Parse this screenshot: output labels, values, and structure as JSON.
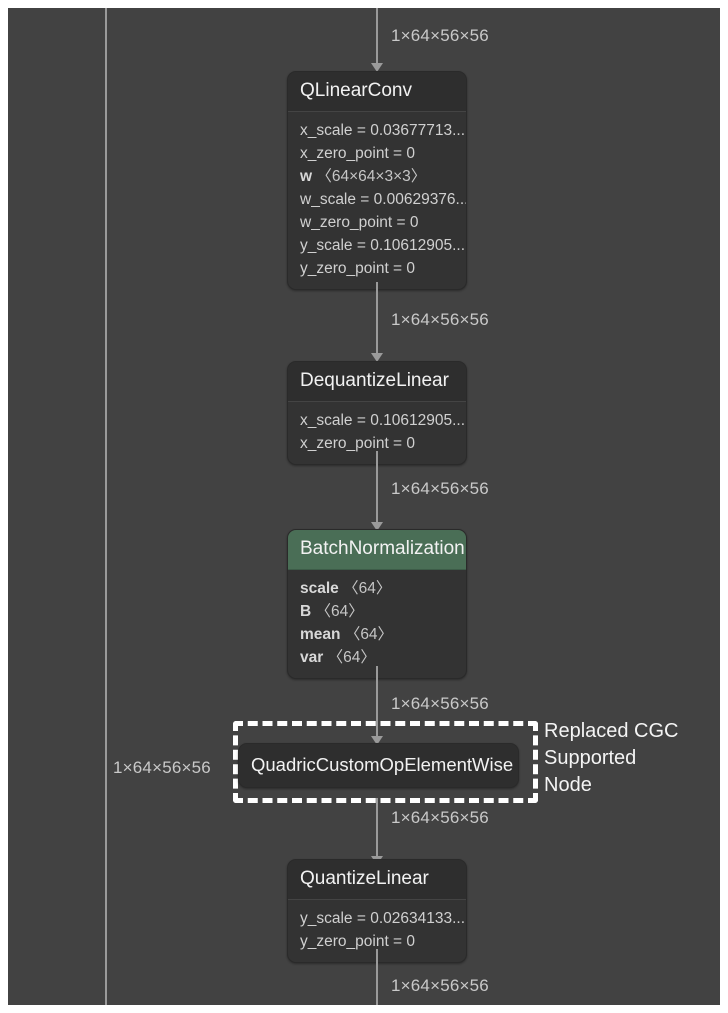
{
  "canvas": {
    "background": "#424242",
    "edge_color": "#9a9a9a",
    "node_body_color": "#333333",
    "node_header_color": "#2e2e2e",
    "highlight_color": "#4a6e56",
    "dashed_box_color": "#ffffff"
  },
  "edge_labels": {
    "top": "1×64×56×56",
    "conv_to_dequant": "1×64×56×56",
    "dequant_to_bn": "1×64×56×56",
    "bn_to_custom": "1×64×56×56",
    "custom_side": "1×64×56×56",
    "custom_to_quant": "1×64×56×56",
    "bottom": "1×64×56×56"
  },
  "nodes": [
    {
      "id": "qlinearconv",
      "title": "QLinearConv",
      "highlight": false,
      "attrs": [
        {
          "name": "x_scale",
          "text": "x_scale = 0.03677713..."
        },
        {
          "name": "x_zero_point",
          "text": "x_zero_point = 0"
        },
        {
          "name": "w",
          "bold_name": "w",
          "dims": "〈64×64×3×3〉"
        },
        {
          "name": "w_scale",
          "text": "w_scale = 0.00629376..."
        },
        {
          "name": "w_zero_point",
          "text": "w_zero_point = 0"
        },
        {
          "name": "y_scale",
          "text": "y_scale = 0.10612905..."
        },
        {
          "name": "y_zero_point",
          "text": "y_zero_point = 0"
        }
      ]
    },
    {
      "id": "dequantizelinear",
      "title": "DequantizeLinear",
      "highlight": false,
      "attrs": [
        {
          "name": "x_scale",
          "text": "x_scale = 0.10612905..."
        },
        {
          "name": "x_zero_point",
          "text": "x_zero_point = 0"
        }
      ]
    },
    {
      "id": "batchnormalization",
      "title": "BatchNormalization",
      "highlight": true,
      "attrs": [
        {
          "name": "scale",
          "bold_name": "scale",
          "dims": "〈64〉"
        },
        {
          "name": "B",
          "bold_name": "B",
          "dims": "〈64〉"
        },
        {
          "name": "mean",
          "bold_name": "mean",
          "dims": "〈64〉"
        },
        {
          "name": "var",
          "bold_name": "var",
          "dims": "〈64〉"
        }
      ]
    },
    {
      "id": "quadriccustomopelementwise",
      "title": "QuadricCustomOpElementWise",
      "highlight": false,
      "attrs": []
    },
    {
      "id": "quantizelinear",
      "title": "QuantizeLinear",
      "highlight": false,
      "attrs": [
        {
          "name": "y_scale",
          "text": "y_scale = 0.02634133..."
        },
        {
          "name": "y_zero_point",
          "text": "y_zero_point = 0"
        }
      ]
    }
  ],
  "annotation": {
    "line1": "Replaced CGC",
    "line2": "Supported",
    "line3": "Node"
  }
}
